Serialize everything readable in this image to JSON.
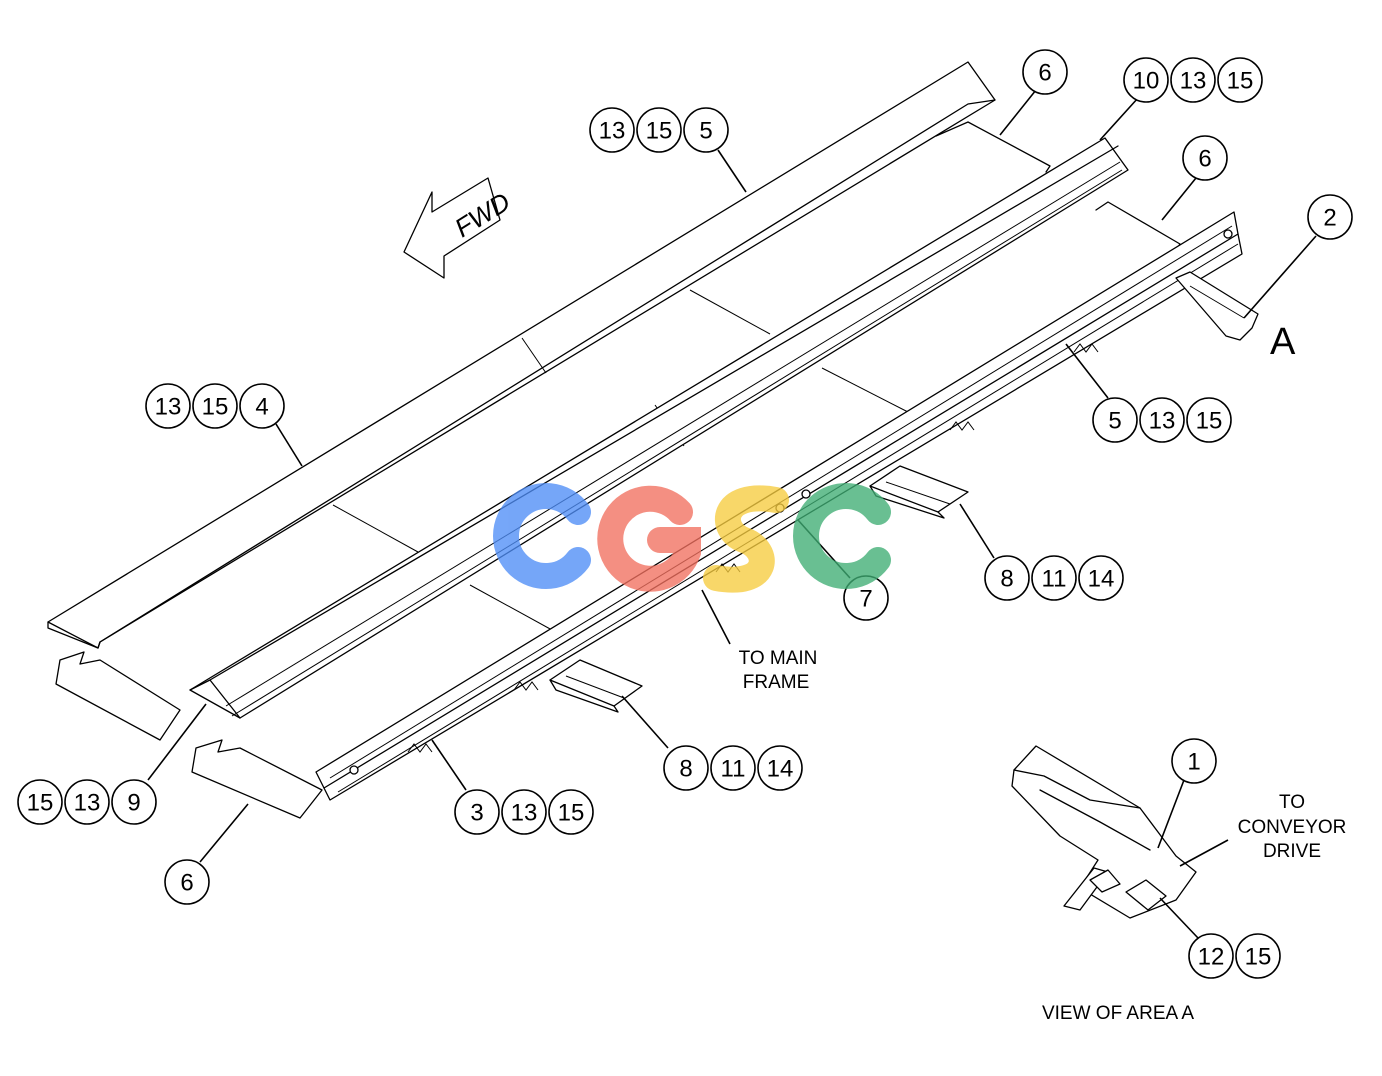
{
  "direction_arrow": {
    "label": "FWD"
  },
  "area_marker": "A",
  "notes": {
    "to_main_frame": [
      "TO MAIN",
      "FRAME"
    ],
    "to_conveyor_drive": [
      "TO",
      "CONVEYOR",
      "DRIVE"
    ],
    "view_of_area_a": "VIEW OF AREA A"
  },
  "callouts": {
    "g01": [
      "6"
    ],
    "g02": [
      "10",
      "13",
      "15"
    ],
    "g03": [
      "13",
      "15",
      "5"
    ],
    "g04": [
      "6"
    ],
    "g05": [
      "2"
    ],
    "g06": [
      "13",
      "15",
      "4"
    ],
    "g07": [
      "5",
      "13",
      "15"
    ],
    "g08": [
      "8",
      "11",
      "14"
    ],
    "g09": [
      "7"
    ],
    "g10": [
      "8",
      "11",
      "14"
    ],
    "g11": [
      "15",
      "13",
      "9"
    ],
    "g12": [
      "3",
      "13",
      "15"
    ],
    "g13": [
      "6"
    ],
    "g14": [
      "1"
    ],
    "g15": [
      "12",
      "15"
    ]
  },
  "watermark": {
    "text": "CGSC",
    "colors": [
      "#4f8ef7",
      "#f2705f",
      "#f7cc3f",
      "#3fae74"
    ]
  }
}
